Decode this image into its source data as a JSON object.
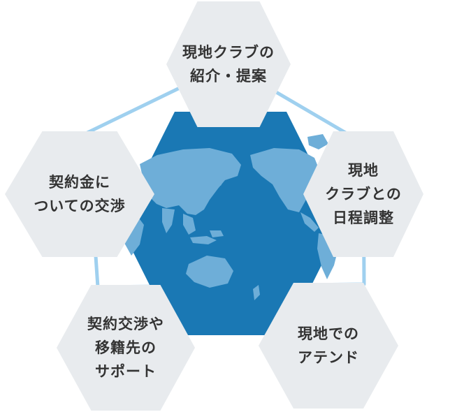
{
  "colors": {
    "background": "#ffffff",
    "connector": "#9fd0ef",
    "center_hex": "#1a78b4",
    "land": "#6eaed8",
    "outer_hex": "#e8ebee",
    "label_text": "#333333"
  },
  "center": {
    "icon": "world-map-icon"
  },
  "steps": [
    {
      "id": "introduce",
      "lines": [
        "現地クラブの",
        "紹介・提案"
      ]
    },
    {
      "id": "schedule",
      "lines": [
        "現地",
        "クラブとの",
        "日程調整"
      ]
    },
    {
      "id": "attend",
      "lines": [
        "現地での",
        "アテンド"
      ]
    },
    {
      "id": "transfer",
      "lines": [
        "契約交渉や",
        "移籍先の",
        "サポート"
      ]
    },
    {
      "id": "negotiate",
      "lines": [
        "契約金に",
        "ついての交渉"
      ]
    }
  ]
}
